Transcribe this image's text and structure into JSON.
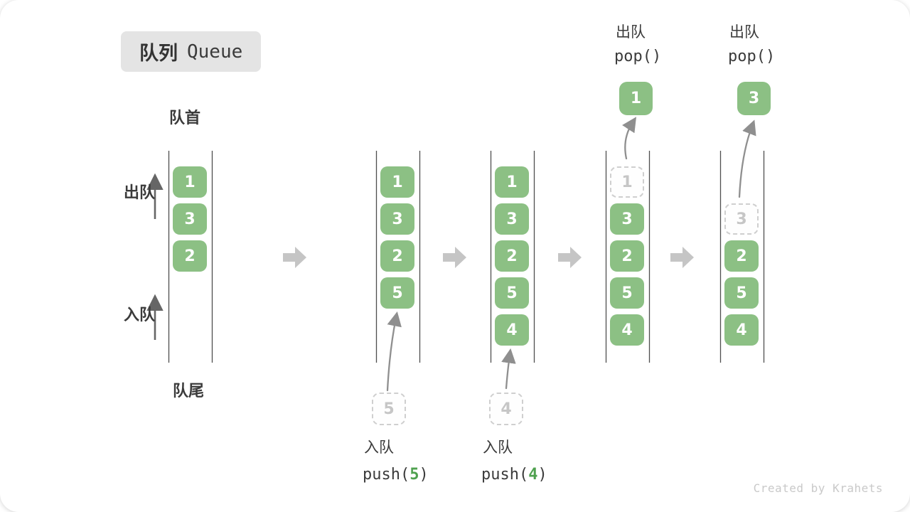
{
  "badge": {
    "zh": "队列",
    "en": "Queue"
  },
  "side_labels": {
    "front": "队首",
    "rear": "队尾",
    "dequeue": "出队",
    "enqueue": "入队"
  },
  "colors": {
    "item_green": "#8cc084",
    "code_arg_green": "#4fa14f",
    "ghost_gray": "#cfcfcf",
    "flow_arrow_gray": "#c5c5c5",
    "wall_gray": "#4f4f4f",
    "badge_bg": "#e4e4e4"
  },
  "queues": {
    "q1": {
      "items": [
        "1",
        "3",
        "2"
      ]
    },
    "q2": {
      "items": [
        "1",
        "3",
        "2",
        "5"
      ],
      "pending": "5",
      "caption_zh": "入队",
      "code_fn": "push(",
      "code_arg": "5",
      "code_close": ")"
    },
    "q3": {
      "items": [
        "1",
        "3",
        "2",
        "5",
        "4"
      ],
      "pending": "4",
      "caption_zh": "入队",
      "code_fn": "push(",
      "code_arg": "4",
      "code_close": ")"
    },
    "q4": {
      "ghost": "1",
      "items": [
        "3",
        "2",
        "5",
        "4"
      ],
      "popped": "1",
      "caption_zh": "出队",
      "code": "pop()"
    },
    "q5": {
      "ghost": "3",
      "items": [
        "2",
        "5",
        "4"
      ],
      "popped": "3",
      "caption_zh": "出队",
      "code": "pop()"
    }
  },
  "watermark": "Created by Krahets"
}
